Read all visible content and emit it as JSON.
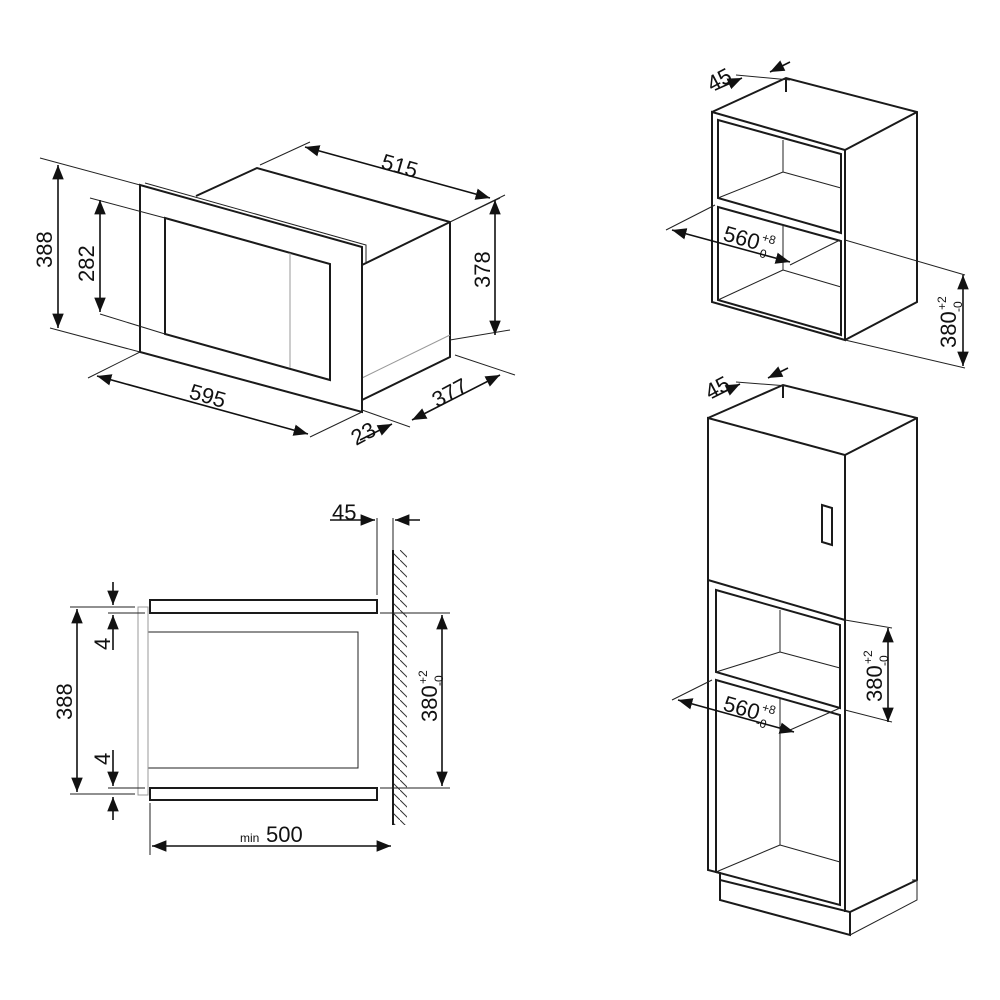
{
  "diagram": {
    "oven_view": {
      "width": "595",
      "depth": "515",
      "height": "388",
      "window_height": "282",
      "body_height": "378",
      "body_depth": "377",
      "frame_depth": "23"
    },
    "wall_cabinet": {
      "side": "45",
      "width": "560",
      "width_tol_plus": "+8",
      "width_tol_minus": "-0",
      "height": "380",
      "height_tol_plus": "+2",
      "height_tol_minus": "-0"
    },
    "tall_cabinet": {
      "side": "45",
      "width": "560",
      "width_tol_plus": "+8",
      "width_tol_minus": "-0",
      "height": "380",
      "height_tol_plus": "+2",
      "height_tol_minus": "-0"
    },
    "section_view": {
      "gap": "45",
      "overall_height": "388",
      "top_gap": "4",
      "bottom_gap": "4",
      "niche_height": "380",
      "niche_tol_plus": "+2",
      "niche_tol_minus": "-0",
      "depth_prefix": "min",
      "depth": "500"
    },
    "colors": {
      "line": "#1a1a1a",
      "background": "#ffffff"
    }
  }
}
